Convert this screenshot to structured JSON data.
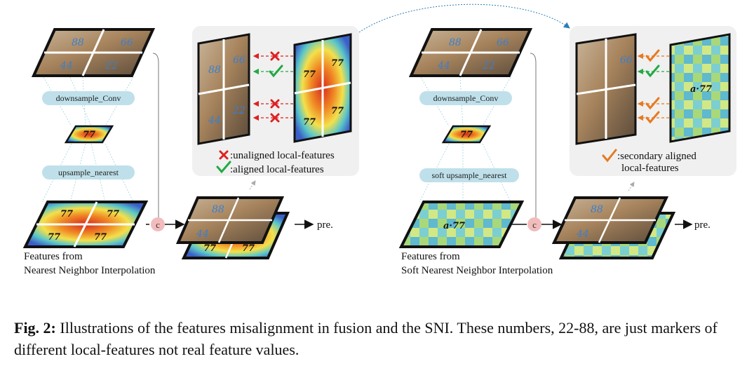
{
  "left_panel": {
    "downsample_label": "downsample_Conv",
    "upsample_label": "upsample_nearest",
    "concat_symbol": "c",
    "output_label": "pre.",
    "features_caption_line1": "Features from",
    "features_caption_line2": "Nearest Neighbor Interpolation",
    "legend_unaligned": ":unaligned local-features",
    "legend_aligned": ":aligned local-features",
    "markers": [
      "88",
      "66",
      "44",
      "22",
      "77"
    ]
  },
  "right_panel": {
    "downsample_label": "downsample_Conv",
    "upsample_label": "soft upsample_nearest",
    "concat_symbol": "c",
    "output_label": "pre.",
    "features_caption_line1": "Features from",
    "features_caption_line2": "Soft Nearest Neighbor Interpolation",
    "legend_secondary_line1": ":secondary aligned",
    "legend_secondary_line2": "local-features",
    "soft_marker": "a·77"
  },
  "caption": {
    "label": "Fig. 2:",
    "text": " Illustrations of the features misalignment in fusion and the SNI. These numbers, 22-88, are just markers of different local-features not real feature values."
  },
  "colors": {
    "pill": "#bfe0ea",
    "panel_bg": "#f0f0f0",
    "concat_circle": "#f2bcbc",
    "cross": "#dd2222",
    "check": "#22aa44",
    "orange_check": "#e67a22",
    "dashed_arrow": "#2a7fb8"
  }
}
